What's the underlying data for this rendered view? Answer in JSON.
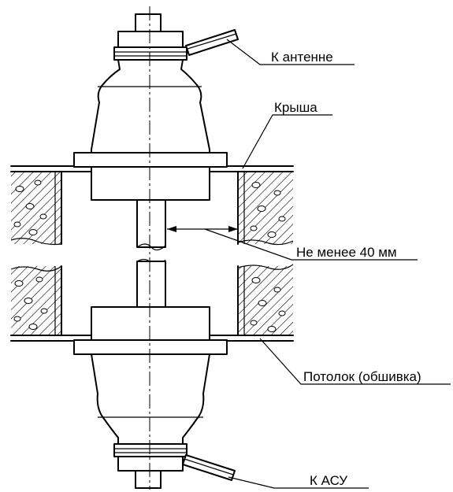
{
  "labels": {
    "to_antenna": "К антенне",
    "roof": "Крыша",
    "min_distance": "Не менее 40 мм",
    "ceiling": "Потолок (обшивка)",
    "to_asu": "К АСУ"
  }
}
